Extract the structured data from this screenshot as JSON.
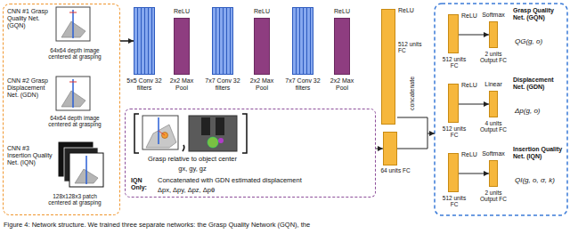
{
  "diagram": {
    "caption": "Figure 4: Network structure. We trained three separate networks: the Grasp Quality Network (GQN), the",
    "nodes": [
      {
        "text": [
          "CNN #1 Grasp Quality Net. (GQN)",
          "64x64 depth image centered at grasping",
          "CNN #2 Grasp Displacement Net. (GDN)",
          "64x64 depth image centered at grasping",
          "CNN #3 Insertion Quality Net. (IQN)",
          "128x128x3 patch centered at grasping"
        ]
      },
      {
        "text": [
          "5x5 Conv 32 filters"
        ]
      },
      {
        "text": [
          "ReLU",
          "2x2 Max Pool"
        ]
      },
      {
        "text": [
          "7x7 Conv 32 filters"
        ]
      },
      {
        "text": [
          "ReLU",
          "2x2 Max Pool"
        ]
      },
      {
        "text": [
          "7x7 Conv 32 filters"
        ]
      },
      {
        "text": [
          "ReLU",
          "2x2 Max Pool"
        ]
      },
      {
        "text": [
          "ReLU",
          "512 units FC"
        ]
      },
      {
        "text": [
          "Grasp relative to object center",
          "gx, gy, gz",
          "IQN Only:",
          "Concatenated with GDN estimated displacement",
          "Δpx, Δpy, Δpz, Δpθ"
        ]
      },
      {
        "text": [
          "64 units FC"
        ]
      },
      {
        "text": [
          "ReLU",
          "512 units FC"
        ]
      },
      {
        "text": [
          "Softmax",
          "2 units Output FC"
        ]
      },
      {
        "text": [
          "ReLU",
          "512 units FC"
        ]
      },
      {
        "text": [
          "Linear",
          "4 units Output FC"
        ]
      },
      {
        "text": [
          "ReLU",
          "512 units FC"
        ]
      },
      {
        "text": [
          "Softmax",
          "2 units Output FC"
        ]
      }
    ],
    "edges": [
      {
        "from": 0,
        "to": 1,
        "arrow": "to"
      },
      {
        "from": 8,
        "to": 9,
        "arrow": "to"
      },
      {
        "from": 10,
        "to": 11,
        "arrow": "to"
      },
      {
        "from": 12,
        "to": 13,
        "arrow": "to"
      },
      {
        "from": 14,
        "to": 15,
        "arrow": "to"
      }
    ],
    "labels": [
      "concatenate",
      "Grasp Quality Net. (GQN)",
      "QG(g, o)",
      "Displacement Net. (GDN)",
      "Δp(g, o)",
      "Insertion Quality Net. (IQN)",
      "QI(g, o, σ, k)"
    ]
  }
}
